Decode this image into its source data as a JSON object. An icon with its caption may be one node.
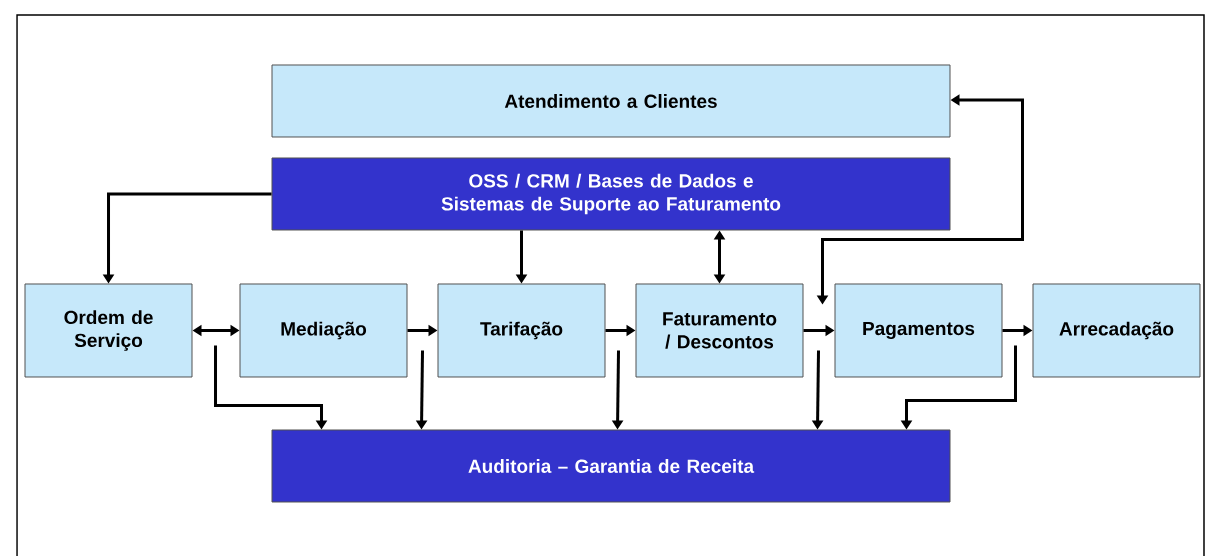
{
  "diagram": {
    "nodes": [
      {
        "text": [
          "Atendimento a Clientes"
        ]
      },
      {
        "text": [
          "OSS / CRM / Bases de Dados e Sistemas de Suporte ao Faturamento"
        ]
      },
      {
        "text": [
          "Ordem de Serviço"
        ]
      },
      {
        "text": [
          "Mediação"
        ]
      },
      {
        "text": [
          "Tarifação"
        ]
      },
      {
        "text": [
          "Faturamento / Descontos"
        ]
      },
      {
        "text": [
          "Pagamentos"
        ]
      },
      {
        "text": [
          "Arrecadação"
        ]
      },
      {
        "text": [
          "Auditoria – Garantia de Receita"
        ]
      }
    ],
    "edges": [
      {
        "from": 1,
        "to": 2,
        "arrow": "to"
      },
      {
        "from": 1,
        "to": 4,
        "arrow": "to"
      },
      {
        "from": 1,
        "to": 5,
        "arrow": "both"
      },
      {
        "from": 6,
        "to": 0,
        "arrow": "both"
      },
      {
        "from": 2,
        "to": 3,
        "arrow": "both"
      },
      {
        "from": 3,
        "to": 4,
        "arrow": "to"
      },
      {
        "from": 4,
        "to": 5,
        "arrow": "to"
      },
      {
        "from": 5,
        "to": 6,
        "arrow": "to"
      },
      {
        "from": 6,
        "to": 7,
        "arrow": "to"
      },
      {
        "from": 2,
        "to": 8,
        "arrow": "to"
      },
      {
        "from": 3,
        "to": 8,
        "arrow": "to"
      },
      {
        "from": 4,
        "to": 8,
        "arrow": "to"
      },
      {
        "from": 5,
        "to": 8,
        "arrow": "to"
      },
      {
        "from": 6,
        "to": 8,
        "arrow": "to"
      }
    ]
  }
}
